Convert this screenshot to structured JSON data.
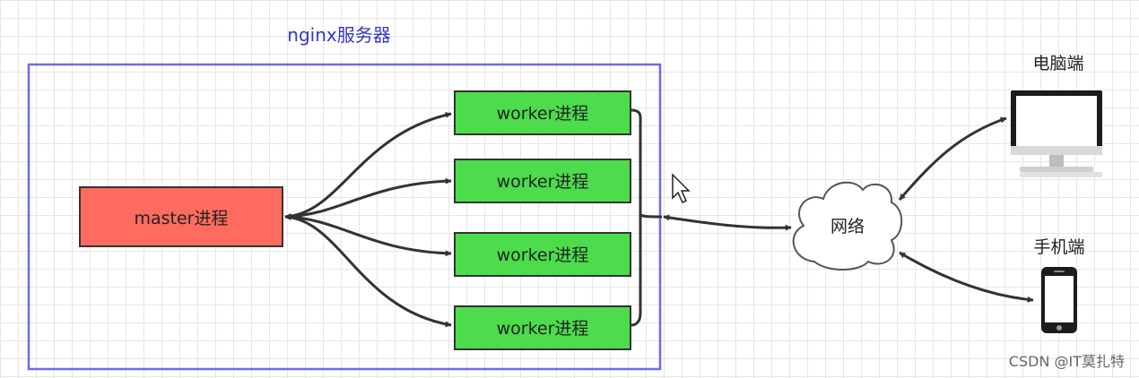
{
  "server": {
    "title": "nginx服务器"
  },
  "master": {
    "label": "master进程",
    "color": "#ff6b5e"
  },
  "workers": [
    {
      "label": "worker进程"
    },
    {
      "label": "worker进程"
    },
    {
      "label": "worker进程"
    },
    {
      "label": "worker进程"
    }
  ],
  "worker_color": "#4cdc4c",
  "frame_color": "#6b6be8",
  "network": {
    "label": "网络"
  },
  "clients": {
    "pc": {
      "label": "电脑端",
      "icon": "monitor-icon"
    },
    "mobile": {
      "label": "手机端",
      "icon": "smartphone-icon"
    }
  },
  "watermark": "CSDN @IT莫扎特"
}
